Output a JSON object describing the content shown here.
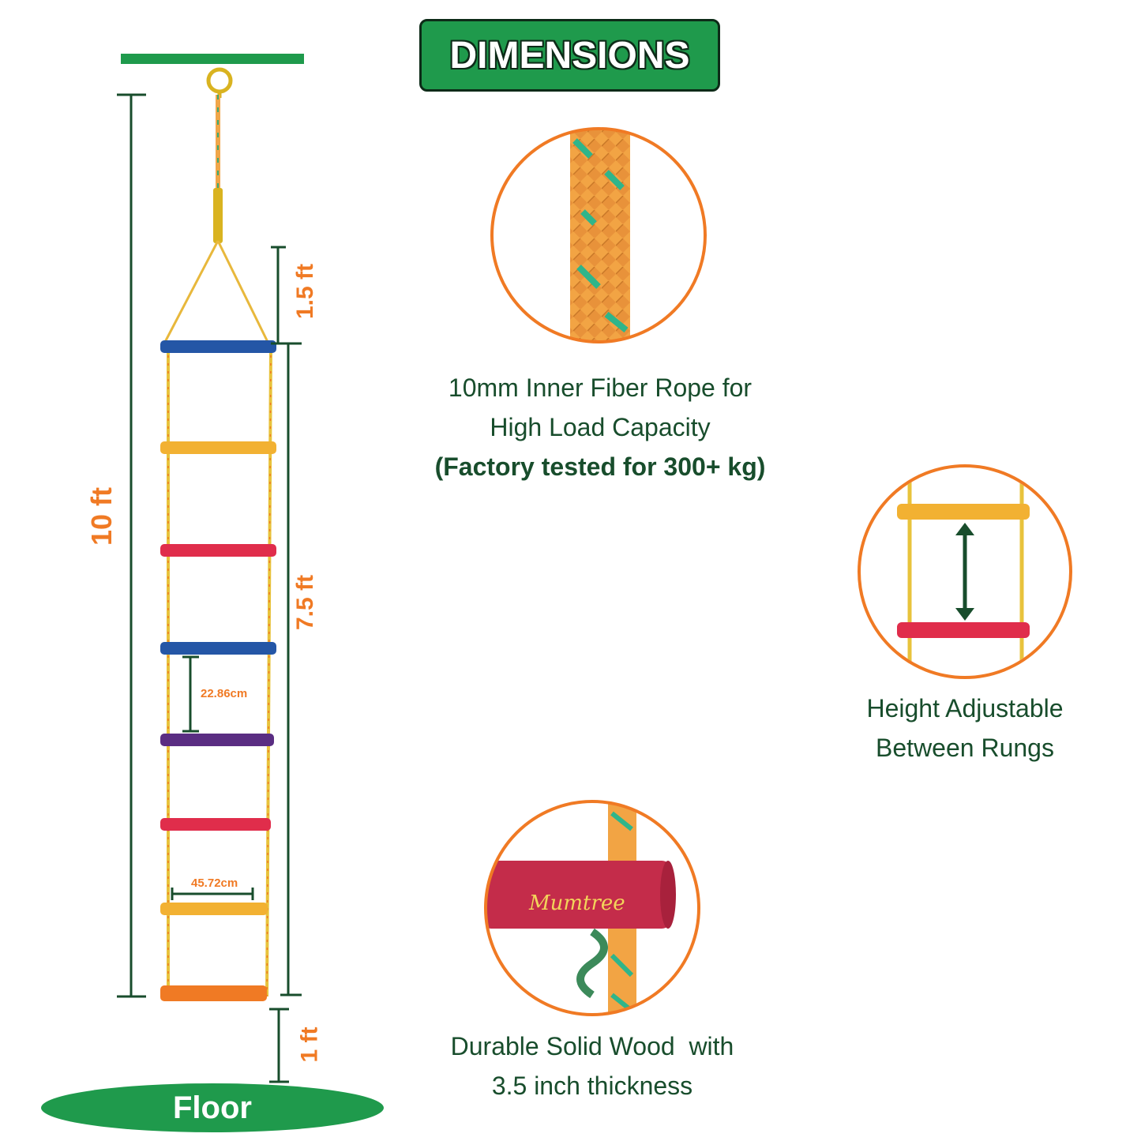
{
  "header": {
    "title": "DIMENSIONS"
  },
  "dimensions": {
    "total_height": "10 ft",
    "top_rope": "1.5 ft",
    "ladder_height": "7.5 ft",
    "floor_gap": "1 ft",
    "rung_spacing": "22.86cm",
    "rung_width": "45.72cm"
  },
  "floor": {
    "label": "Floor"
  },
  "features": {
    "rope": {
      "line1": "10mm Inner Fiber Rope for",
      "line2": "High Load Capacity",
      "line3": "(Factory tested for 300+ kg)"
    },
    "height": {
      "line1": "Height Adjustable",
      "line2": "Between Rungs"
    },
    "wood": {
      "line1": "Durable Solid Wood  with",
      "line2": "3.5 inch thickness",
      "logo_text": "Mumtree"
    }
  },
  "rung_colors": [
    "#2456a6",
    "#f2b132",
    "#e02d4b",
    "#2456a6",
    "#5a2d82",
    "#e02d4b",
    "#f2b132",
    "#f07a24"
  ],
  "colors": {
    "accent_green": "#1f9a4c",
    "dark_green": "#184d2c",
    "orange": "#f07a24"
  }
}
